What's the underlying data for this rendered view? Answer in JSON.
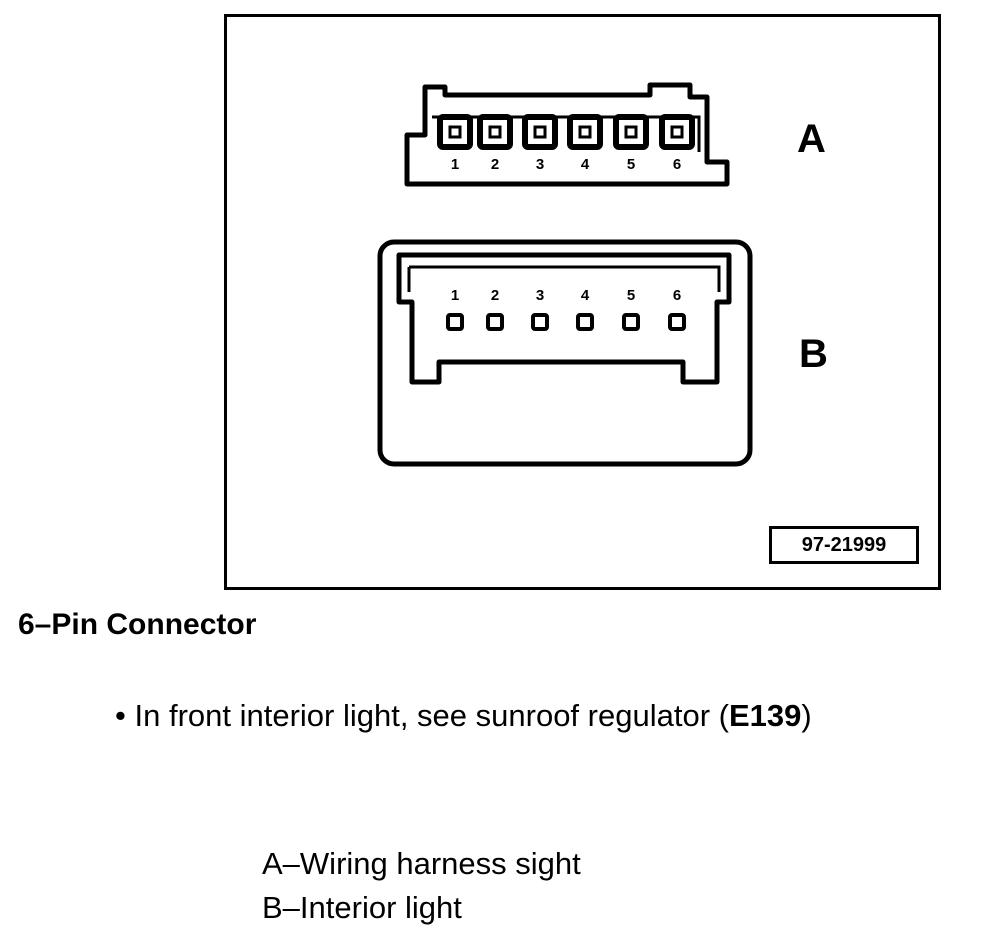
{
  "figure": {
    "connector_a": {
      "label": "A",
      "pins": [
        "1",
        "2",
        "3",
        "4",
        "5",
        "6"
      ]
    },
    "connector_b": {
      "label": "B",
      "pins": [
        "1",
        "2",
        "3",
        "4",
        "5",
        "6"
      ]
    },
    "reference_number": "97-21999"
  },
  "title": "6–Pin Connector",
  "note": {
    "bullet": "•",
    "text_before": "In front interior light, see sunroof regulator (",
    "code": "E139",
    "text_after": ")"
  },
  "legend": [
    "A–Wiring harness sight",
    "B–Interior light"
  ]
}
